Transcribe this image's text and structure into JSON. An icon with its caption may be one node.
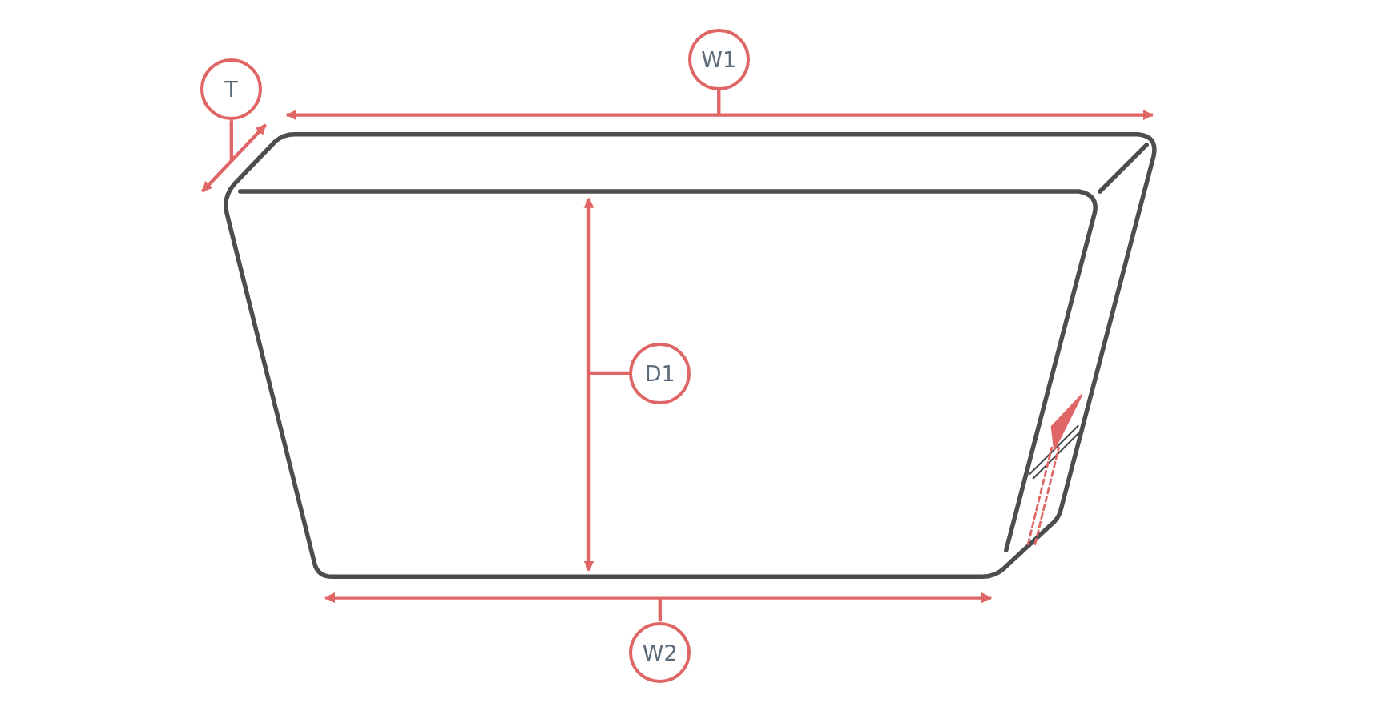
{
  "diagram": {
    "nodes": [
      {
        "text": [
          "W1"
        ]
      },
      {
        "text": [
          "T"
        ]
      },
      {
        "text": [
          "D1"
        ]
      },
      {
        "text": [
          "W2"
        ]
      }
    ],
    "edges": [
      {
        "from": 0,
        "to": null,
        "arrow": "none"
      },
      {
        "from": 1,
        "to": null,
        "arrow": "none"
      },
      {
        "from": 2,
        "to": null,
        "arrow": "none"
      },
      {
        "from": 3,
        "to": null,
        "arrow": "none"
      }
    ]
  }
}
